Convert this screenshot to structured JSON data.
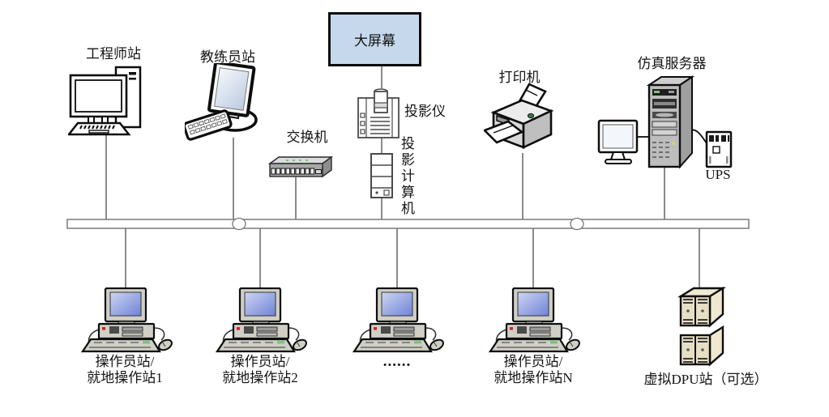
{
  "nodes": {
    "engineer_station": {
      "label": "工程师站"
    },
    "instructor_station": {
      "label": "教练员站"
    },
    "big_screen": {
      "label": "大屏幕"
    },
    "switch": {
      "label": "交换机"
    },
    "projector": {
      "label": "投影仪"
    },
    "projection_computer": {
      "label": "投影计算机"
    },
    "printer": {
      "label": "打印机"
    },
    "simulation_server": {
      "label": "仿真服务器"
    },
    "ups": {
      "label": "UPS"
    },
    "operator_station_1": {
      "label_line1": "操作员站/",
      "label_line2": "就地操作站1"
    },
    "operator_station_2": {
      "label_line1": "操作员站/",
      "label_line2": "就地操作站2"
    },
    "operator_station_more": {
      "label": "......"
    },
    "operator_station_n": {
      "label_line1": "操作员站/",
      "label_line2": "就地操作站N"
    },
    "virtual_dpu_station": {
      "label": "虚拟DPU站（可选）"
    }
  },
  "colors": {
    "big_screen_fill": "#c6d9ec",
    "screen_blue": "#8193dd",
    "device_beige": "#e8e0c8",
    "led_green": "#7bc47b",
    "connector_gray": "#6e6e6e"
  }
}
